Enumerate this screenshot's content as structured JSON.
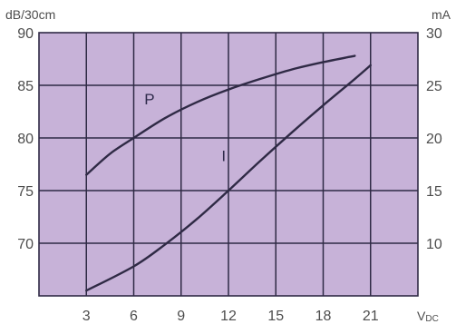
{
  "chart_data": {
    "type": "line",
    "left_unit": "dB/30cm",
    "right_unit": "mA",
    "x_unit": "V",
    "x_unit_sub": "DC",
    "x_ticks": [
      3,
      6,
      9,
      12,
      15,
      18,
      21
    ],
    "x_tick_labels": [
      "3",
      "6",
      "9",
      "12",
      "15",
      "18",
      "21"
    ],
    "y_left_ticks": [
      70,
      75,
      80,
      85,
      90
    ],
    "y_left_tick_labels": [
      "70",
      "75",
      "80",
      "85",
      "90"
    ],
    "y_right_ticks": [
      10,
      15,
      20,
      25,
      30
    ],
    "y_right_tick_labels": [
      "10",
      "15",
      "20",
      "25",
      "30"
    ],
    "xlim": [
      0,
      24
    ],
    "ylim_left": [
      65,
      90
    ],
    "ylim_right": [
      5,
      30
    ],
    "grid": true,
    "colors": {
      "plot_bg": "#c7b2d8",
      "grid": "#2f2a45",
      "curve": "#2f2a45"
    },
    "series": [
      {
        "name": "P",
        "axis": "left",
        "x": [
          3,
          4.5,
          6,
          8,
          10,
          12,
          14,
          16,
          18,
          20
        ],
        "y": [
          76.5,
          78.5,
          80.0,
          81.9,
          83.4,
          84.6,
          85.6,
          86.5,
          87.2,
          87.8
        ],
        "label_at": [
          7,
          83.2
        ]
      },
      {
        "name": "I",
        "axis": "right",
        "x": [
          3,
          6,
          8,
          10,
          12,
          14,
          16,
          18,
          20,
          21
        ],
        "y": [
          5.5,
          7.8,
          9.9,
          12.3,
          15.0,
          17.8,
          20.5,
          23.1,
          25.6,
          26.9
        ],
        "label_at": [
          11.7,
          17.8
        ]
      }
    ]
  }
}
